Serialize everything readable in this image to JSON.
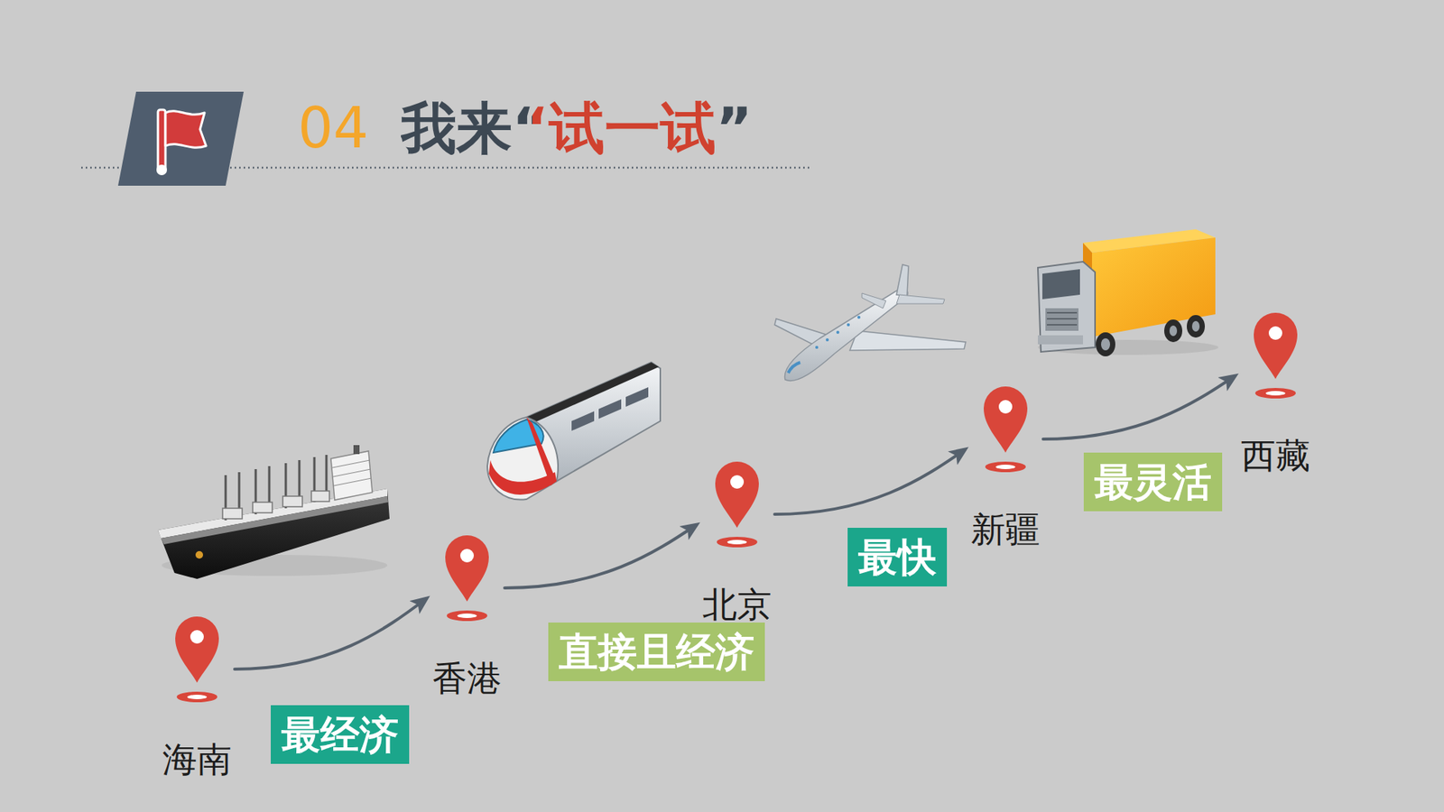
{
  "diagram": {
    "title": "我来“试一试”",
    "nodes": [
      {
        "text": [
          "海南"
        ]
      },
      {
        "text": [
          "香港"
        ]
      },
      {
        "text": [
          "北京"
        ]
      },
      {
        "text": [
          "新疆"
        ]
      },
      {
        "text": [
          "西藏"
        ]
      }
    ],
    "edges": [
      {
        "from": 0,
        "to": 1,
        "label": "最经济",
        "arrow": "to"
      },
      {
        "from": 1,
        "to": 2,
        "label": "直接且经济",
        "arrow": "to"
      },
      {
        "from": 2,
        "to": 3,
        "label": "最快",
        "arrow": "to"
      },
      {
        "from": 3,
        "to": 4,
        "label": "最灵活",
        "arrow": "to"
      }
    ],
    "labels": [
      "04"
    ]
  }
}
